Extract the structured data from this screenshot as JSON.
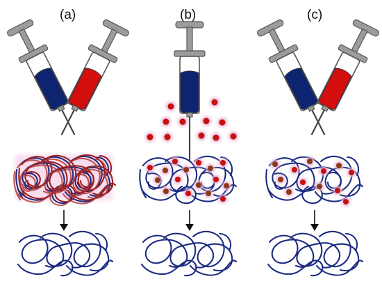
{
  "panels": [
    {
      "id": "a",
      "label": "(a)"
    },
    {
      "id": "b",
      "label": "(b)"
    },
    {
      "id": "c",
      "label": "(c)"
    }
  ],
  "colors": {
    "blue_solution": "#0d2470",
    "red_solution": "#d40d0d",
    "fiber_blue": "#1c2b82",
    "fiber_red": "#9a1f1f",
    "particle_red": "#c81010",
    "particle_brown": "#8a3a1a",
    "particle_halo": "#e8b8d8",
    "arrow": "#111111"
  }
}
